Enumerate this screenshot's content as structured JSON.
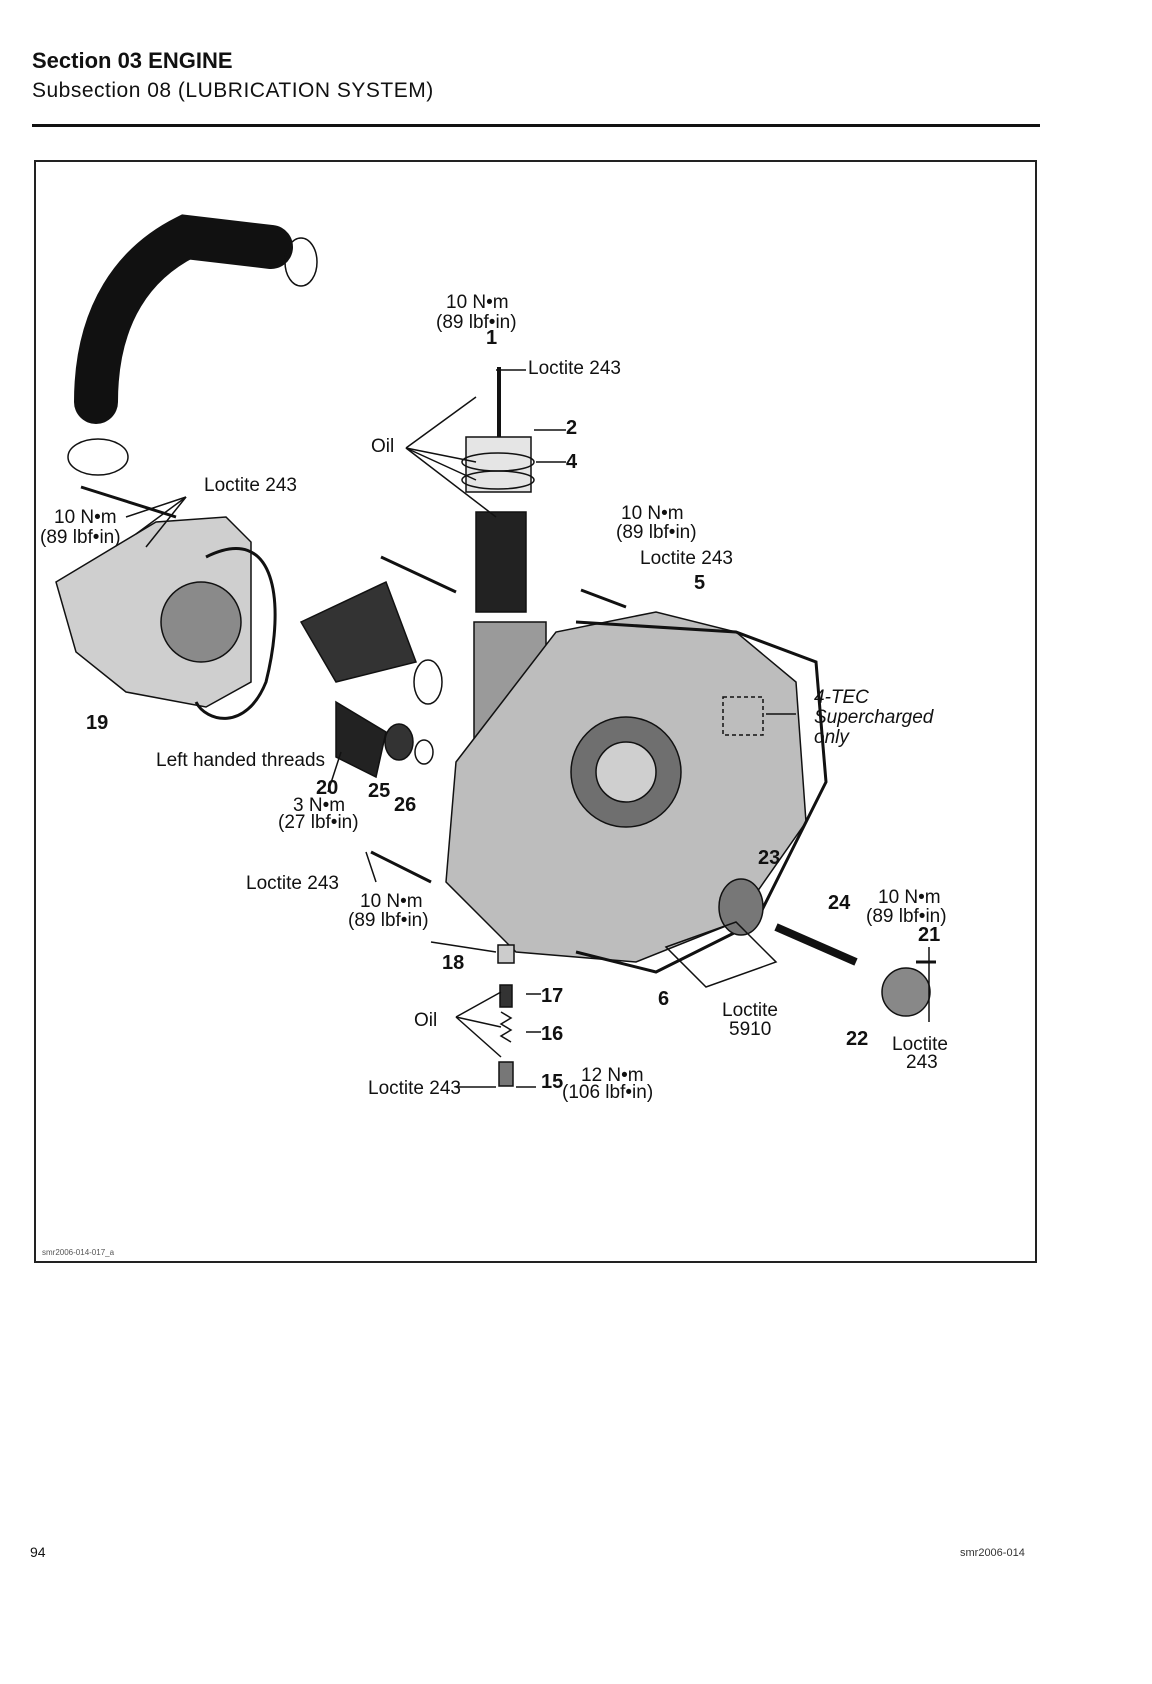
{
  "header": {
    "section": "Section 03 ENGINE",
    "subsection": "Subsection 08 (LUBRICATION SYSTEM)"
  },
  "figure": {
    "code": "smr2006-014-017_a",
    "torque": {
      "t1_nm": "10 N•m",
      "t1_in": "(89 lbf•in)",
      "t_left_nm": "10 N•m",
      "t_left_in": "(89 lbf•in)",
      "t5_nm": "10 N•m",
      "t5_in": "(89 lbf•in)",
      "t20_nm": "3 N•m",
      "t20_in": "(27 lbf•in)",
      "t_bolt_nm": "10 N•m",
      "t_bolt_in": "(89 lbf•in)",
      "t15_nm": "12 N•m",
      "t15_in": "(106 lbf•in)",
      "t21_nm": "10 N•m",
      "t21_in": "(89 lbf•in)"
    },
    "notes": {
      "loctite_1": "Loctite 243",
      "loctite_left": "Loctite 243",
      "loctite_5": "Loctite 243",
      "loctite_bolt": "Loctite 243",
      "loctite_15": "Loctite 243",
      "loctite_5910_a": "Loctite",
      "loctite_5910_b": "5910",
      "loctite_21_a": "Loctite",
      "loctite_21_b": "243",
      "oil_top": "Oil",
      "oil_bottom": "Oil",
      "left_threads": "Left handed threads",
      "supercharged_a": "4-TEC",
      "supercharged_b": "Supercharged",
      "supercharged_c": "only"
    },
    "parts": [
      "1",
      "2",
      "4",
      "5",
      "6",
      "15",
      "16",
      "17",
      "18",
      "19",
      "20",
      "21",
      "22",
      "23",
      "24",
      "25",
      "26"
    ]
  },
  "footer": {
    "page_number": "94",
    "doc_code": "smr2006-014"
  }
}
